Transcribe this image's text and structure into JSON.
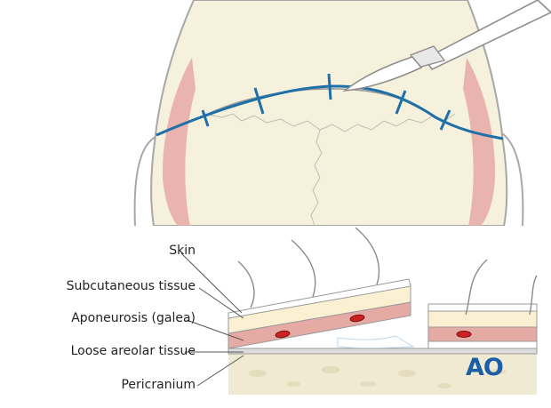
{
  "labels": {
    "skin": "Skin",
    "subcutaneous": "Subcutaneous tissue",
    "aponeurosis": "Aponeurosis (galea)",
    "loose_areolar": "Loose areolar tissue",
    "pericranium": "Pericranium"
  },
  "logo": {
    "text": "AO"
  },
  "colors": {
    "bone": "#f5f1dc",
    "skin_layer": "#fbf1d2",
    "galea": "#e5aaa4",
    "vessel": "#cc2222",
    "incision": "#1f6fa8",
    "muscle": "#e6a9a6",
    "logo": "#1a5fa8"
  }
}
